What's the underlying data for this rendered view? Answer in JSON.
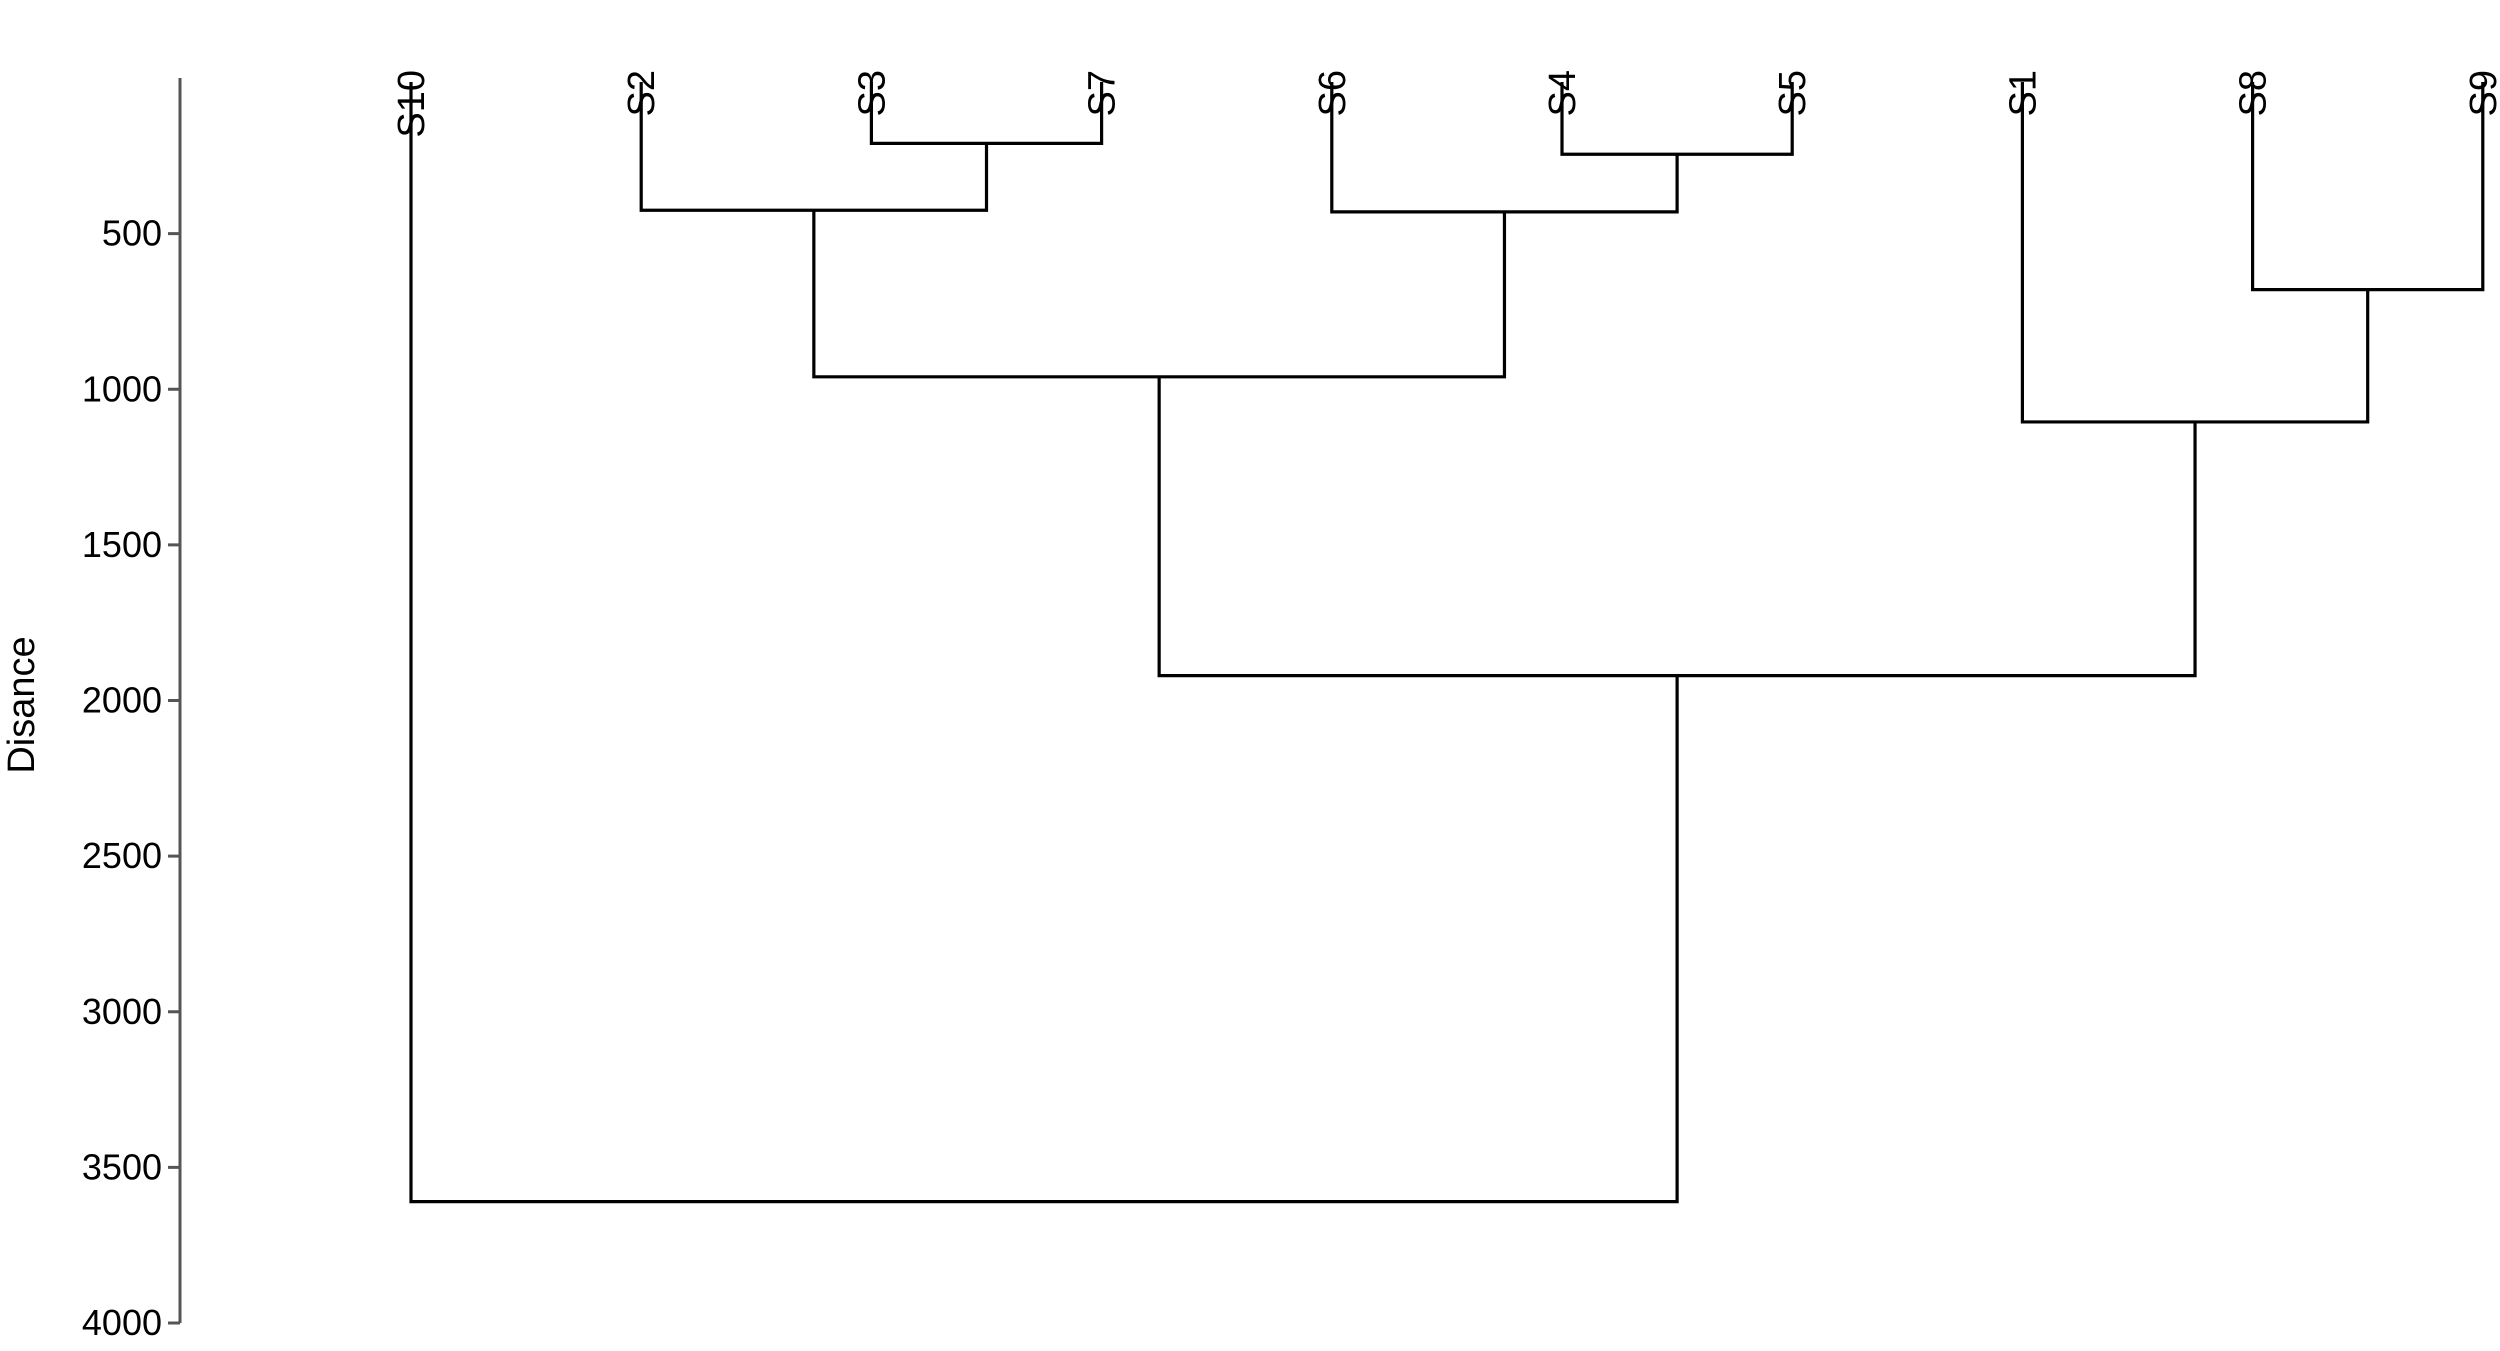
{
  "chart_data": {
    "type": "dendrogram",
    "title": "",
    "ylabel": "Disance",
    "xlabel": "",
    "ylim": [
      0,
      4000
    ],
    "y_ticks": [
      500,
      1000,
      1500,
      2000,
      2500,
      3000,
      3500,
      4000
    ],
    "y_orientation": "increasing-downward",
    "leaf_order": [
      "S10",
      "S2",
      "S3",
      "S7",
      "S6",
      "S4",
      "S5",
      "S1",
      "S8",
      "S9"
    ],
    "merges": [
      {
        "id": "m1",
        "left": "S3",
        "right": "S7",
        "height": 210
      },
      {
        "id": "m2",
        "left": "S4",
        "right": "S5",
        "height": 245
      },
      {
        "id": "m3",
        "left": "S2",
        "right": "m1",
        "height": 425
      },
      {
        "id": "m4",
        "left": "S6",
        "right": "m2",
        "height": 430
      },
      {
        "id": "m5",
        "left": "S8",
        "right": "S9",
        "height": 680
      },
      {
        "id": "m6",
        "left": "m3",
        "right": "m4",
        "height": 960
      },
      {
        "id": "m7",
        "left": "S1",
        "right": "m5",
        "height": 1105
      },
      {
        "id": "m8",
        "left": "m6",
        "right": "m7",
        "height": 1920
      },
      {
        "id": "m9",
        "left": "S10",
        "right": "m8",
        "height": 3610
      }
    ],
    "line_color": "#000000",
    "axis_color": "#555555"
  }
}
